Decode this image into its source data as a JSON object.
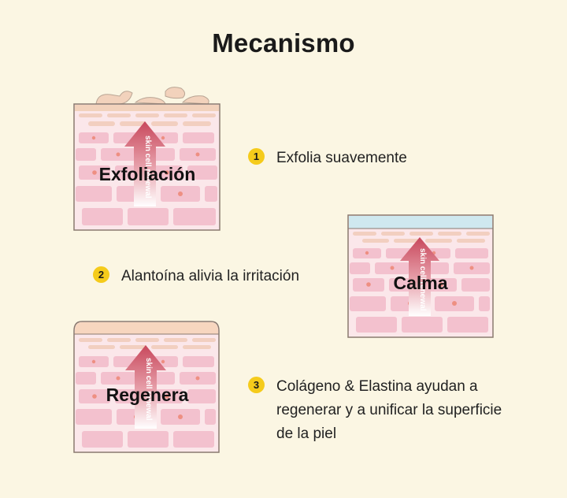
{
  "title": "Mecanismo",
  "arrow_text": "skin cell renewal",
  "panels": [
    {
      "label": "Exfoliación",
      "variant": "exfoliate"
    },
    {
      "label": "Calma",
      "variant": "calm"
    },
    {
      "label": "Regenera",
      "variant": "regenerate"
    }
  ],
  "steps": [
    {
      "number": "1",
      "text": "Exfolia suavemente"
    },
    {
      "number": "2",
      "text": "Alantoína alivia la irritación"
    },
    {
      "number": "3",
      "text": "Colágeno & Elastina ayudan a regenerar y a unificar la superficie de la piel"
    }
  ],
  "colors": {
    "background": "#fbf6e3",
    "skin_fill": "#fbe7ea",
    "cell_fill": "#f3c1ce",
    "cell_dot": "#ee8f82",
    "top_layer": "#f2d2bc",
    "arrow": "#c8485c",
    "calm_layer": "#cfe8ef",
    "badge": "#f5cb1b"
  }
}
